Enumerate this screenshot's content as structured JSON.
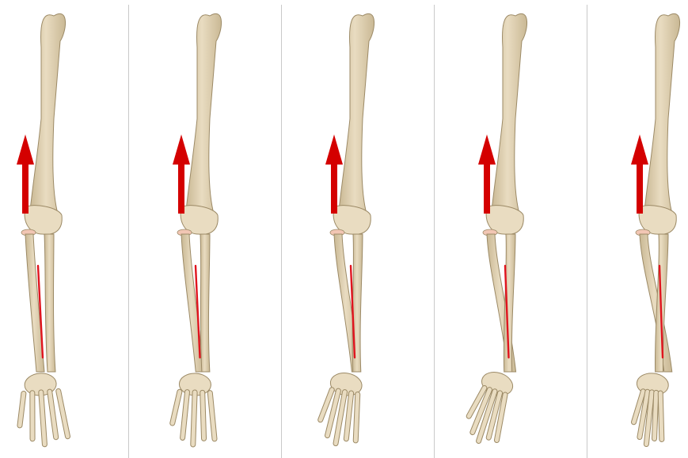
{
  "figure": {
    "panels": [
      {
        "id": "panel-1",
        "forearm_rotation": "supinated"
      },
      {
        "id": "panel-2",
        "forearm_rotation": "partially-supinated"
      },
      {
        "id": "panel-3",
        "forearm_rotation": "neutral"
      },
      {
        "id": "panel-4",
        "forearm_rotation": "partially-pronated"
      },
      {
        "id": "panel-5",
        "forearm_rotation": "pronated"
      }
    ],
    "colors": {
      "bone": "#e9dcc1",
      "bone_shade": "#c9b894",
      "bone_outline": "#9c8a66",
      "arrow": "#d40000",
      "muscle_line": "#e0141e",
      "divider": "#c9c9c9",
      "background": "#ffffff"
    },
    "icons": [
      "force-arrow-icon",
      "humerus-bone",
      "radius-bone",
      "ulna-bone",
      "hand-bones"
    ]
  }
}
